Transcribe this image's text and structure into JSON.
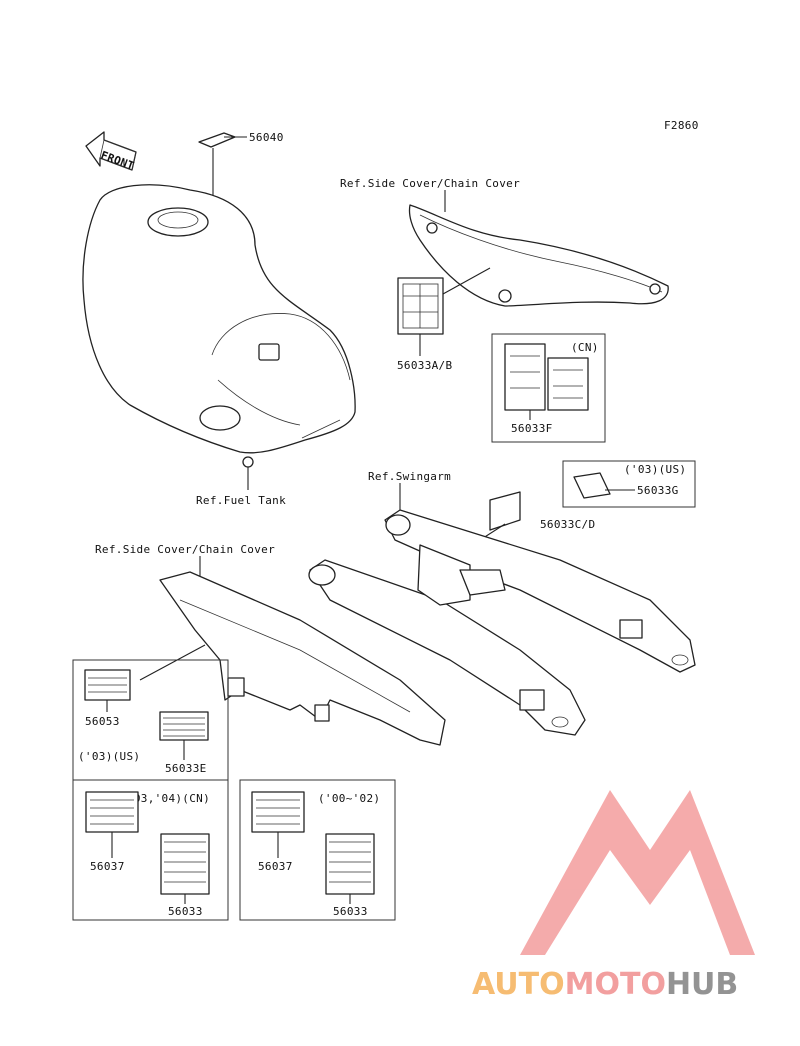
{
  "figure_code": "F2860",
  "front_label": "FRONT",
  "labels": {
    "p56040": "56040",
    "ref_side_cover_top": "Ref.Side Cover/Chain Cover",
    "p56033ab": "56033A/B",
    "cn_top": "(CN)",
    "p56033f": "56033F",
    "ref_fuel_tank": "Ref.Fuel Tank",
    "ref_swingarm": "Ref.Swingarm",
    "us03": "('03)(US)",
    "p56033g": "56033G",
    "p56033cd": "56033C/D",
    "ref_side_cover_bottom": "Ref.Side Cover/Chain Cover",
    "p56053": "56053",
    "us03_b": "('03)(US)",
    "p56033e": "56033E",
    "cn0304": "('03,'04)(CN)",
    "p56037_a": "56037",
    "p56033_a": "56033",
    "y0002": "('00~'02)",
    "p56037_b": "56037",
    "p56033_b": "56033"
  },
  "watermark": {
    "part1": "AUTO",
    "part2": "MOTO",
    "part3": "HUB",
    "color_auto": "#f6b96b",
    "color_moto": "#f29a9a",
    "color_hub": "#8e8e8e",
    "logo_color": "#f4a7a7"
  }
}
